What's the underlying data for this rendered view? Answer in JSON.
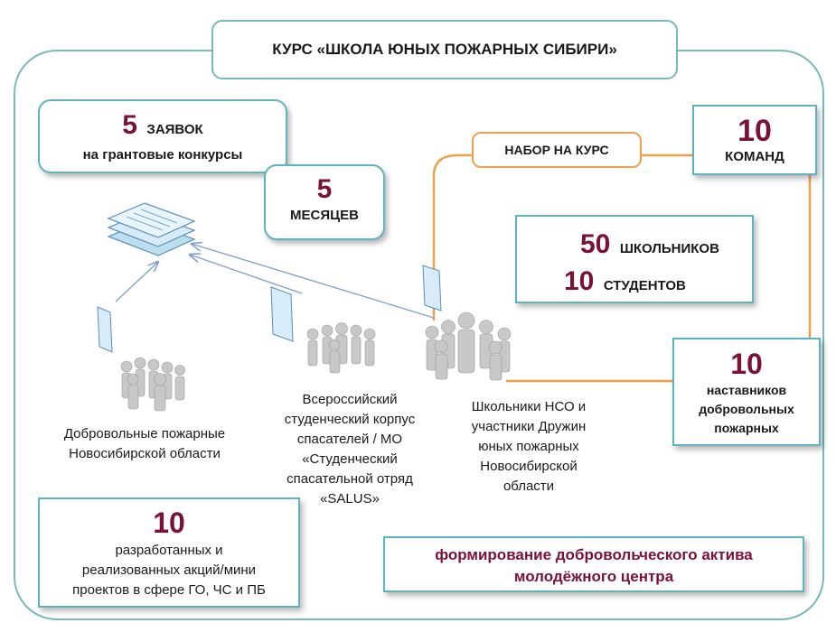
{
  "title": "КУРС «ШКОЛА ЮНЫХ ПОЖАРНЫХ СИБИРИ»",
  "applications": {
    "number": "5",
    "label": "ЗАЯВОК",
    "sub": "на грантовые конкурсы"
  },
  "months": {
    "number": "5",
    "label": "МЕСЯЦЕВ"
  },
  "recruitment": {
    "label": "НАБОР НА КУРС"
  },
  "teams": {
    "number": "10",
    "label": "КОМАНД"
  },
  "participants": {
    "n1": "50",
    "l1": "ШКОЛЬНИКОВ",
    "n2": "10",
    "l2": "СТУДЕНТОВ"
  },
  "mentors": {
    "number": "10",
    "line1": "наставников",
    "line2": "добровольных",
    "line3": "пожарных"
  },
  "groups": {
    "volunteers": {
      "line1": "Добровольные пожарные",
      "line2": "Новосибирской области"
    },
    "corps": {
      "line1": "Всероссийский",
      "line2": "студенческий корпус",
      "line3": "спасателей / МО",
      "line4": "«Студенческий",
      "line5": "спасательной отряд",
      "line6": "«SALUS»"
    },
    "schoolchildren": {
      "line1": "Школьники НСО и",
      "line2": "участники Дружин",
      "line3": "юных пожарных",
      "line4": "Новосибирской",
      "line5": "области"
    }
  },
  "projects": {
    "number": "10",
    "line1": "разработанных и",
    "line2": "реализованных акций/мини",
    "line3": "проектов в сфере ГО, ЧС и ПБ"
  },
  "goal": {
    "line1": "формирование добровольческого актива",
    "line2": "молодёжного центра"
  },
  "colors": {
    "teal": "#5fb3bd",
    "orange": "#f0a04b",
    "maroon": "#7a1236",
    "arrow": "#7f9fcf"
  }
}
